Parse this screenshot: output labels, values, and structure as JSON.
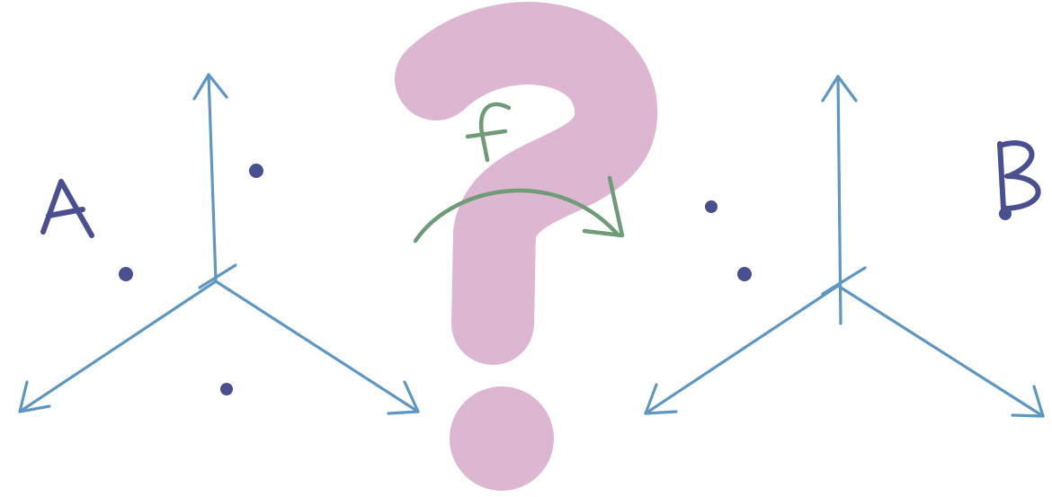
{
  "labels": {
    "space_a": "A",
    "space_b": "B",
    "function": "f"
  },
  "symbols": {
    "unknown": "?"
  },
  "colors": {
    "axis": "#5f97c2",
    "point": "#4a4f90",
    "label": "#4a4f90",
    "function_arrow": "#6f9b78",
    "question_mark": "#ddb6d2"
  },
  "icons": {
    "axes": "3d-axes-icon",
    "mapping": "curved-arrow-icon",
    "unknown": "question-mark-icon"
  }
}
